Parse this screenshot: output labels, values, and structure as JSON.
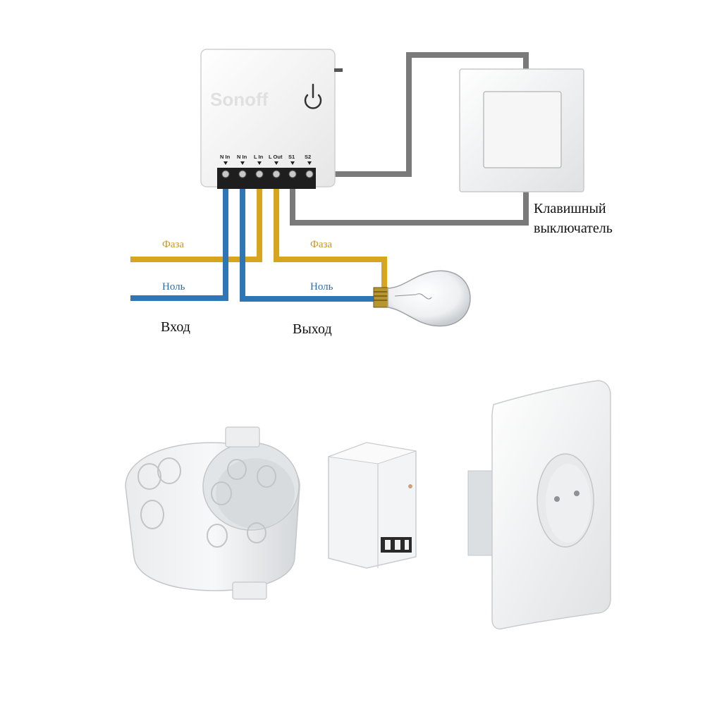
{
  "module": {
    "brand": "Sonoff",
    "terminals": [
      "N In",
      "N In",
      "L In",
      "L Out",
      "S1",
      "S2"
    ]
  },
  "labels": {
    "input_phase": "Фаза",
    "input_neutral": "Ноль",
    "output_phase": "Фаза",
    "output_neutral": "Ноль",
    "input": "Вход",
    "output": "Выход",
    "switch_line1": "Клавишный",
    "switch_line2": "выключатель"
  },
  "colors": {
    "phase": "#d8a51e",
    "neutral": "#2f76b6",
    "switch_wire": "#7a7a7a",
    "phase_text": "#c9971a",
    "neutral_text": "#2f6da8"
  }
}
